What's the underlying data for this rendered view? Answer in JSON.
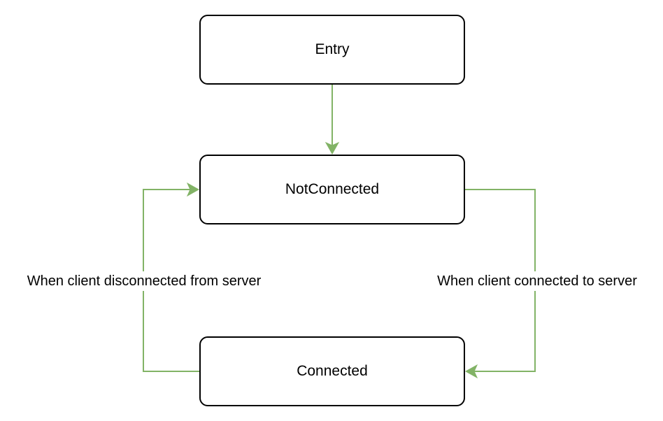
{
  "diagram": {
    "nodes": {
      "entry": "Entry",
      "not_connected": "NotConnected",
      "connected": "Connected"
    },
    "edges": {
      "entry_to_not_connected": "",
      "not_connected_to_connected": "When client connected to server",
      "connected_to_not_connected": "When client disconnected from server"
    },
    "colors": {
      "edge": "#82b366",
      "node_border": "#000000",
      "background": "#ffffff"
    }
  }
}
